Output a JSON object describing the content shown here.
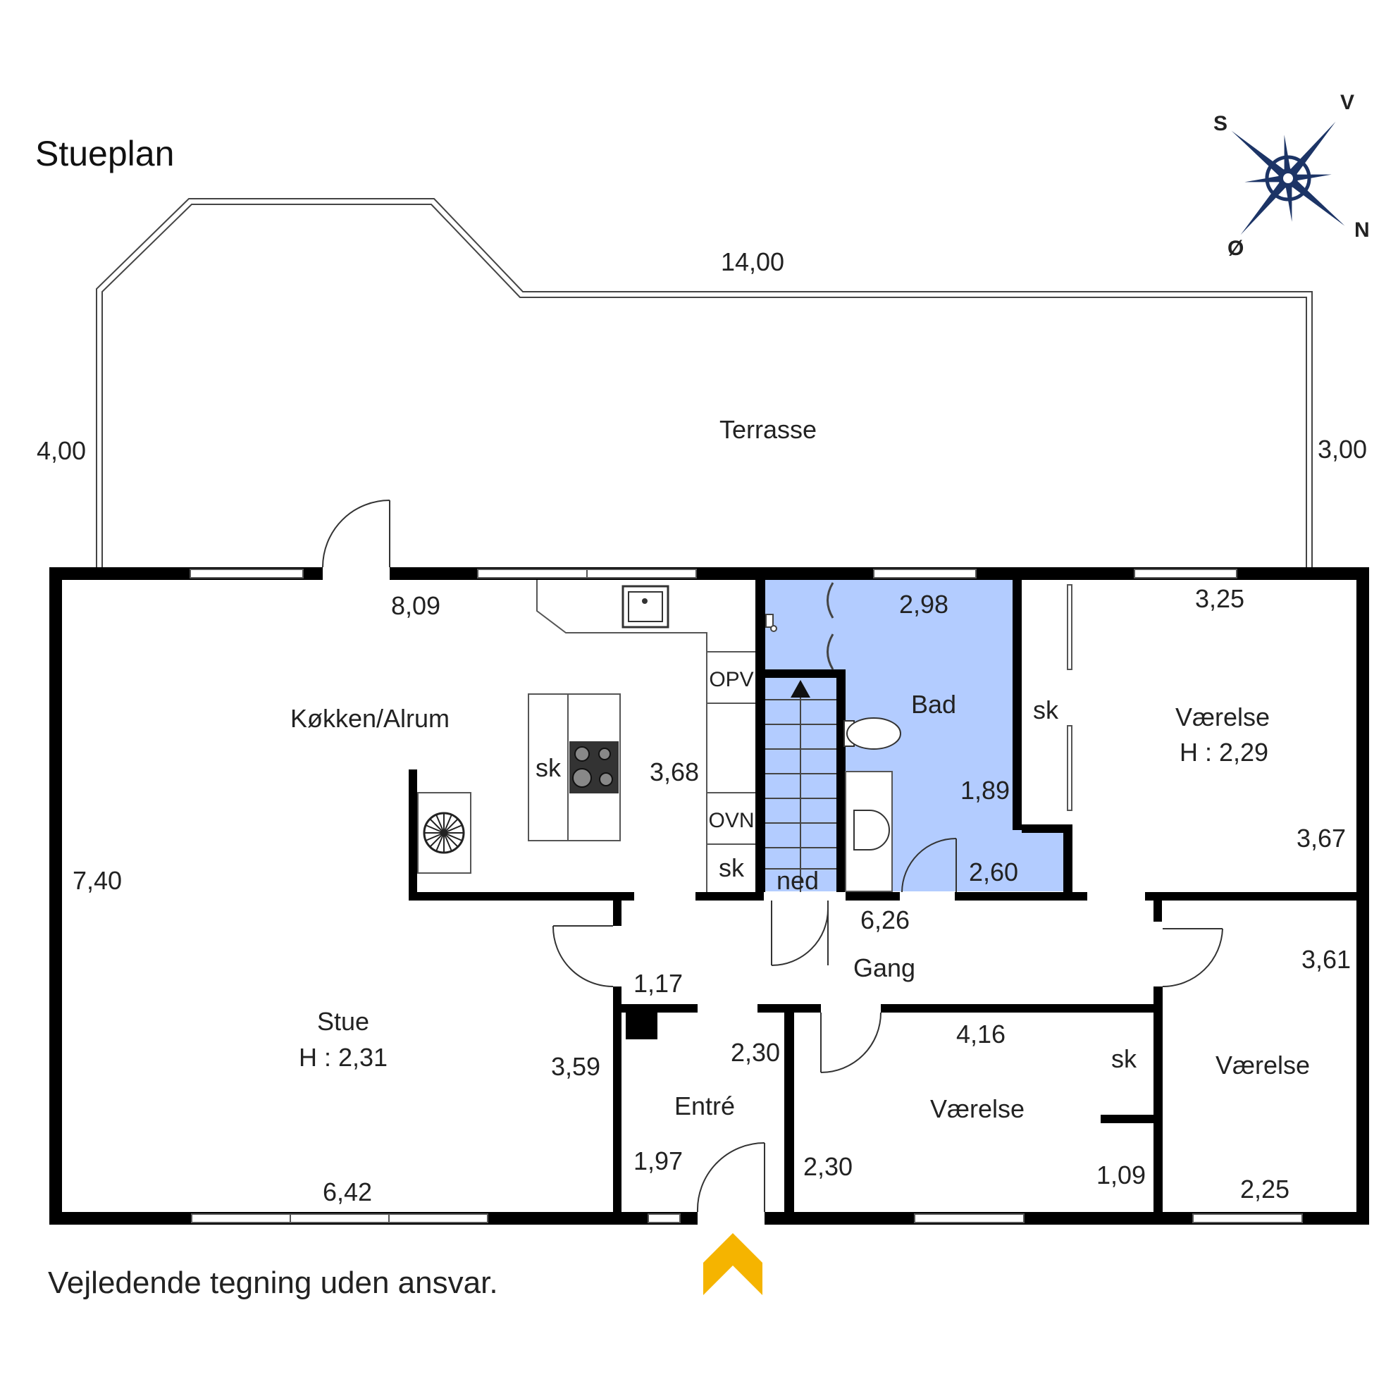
{
  "title": "Stueplan",
  "disclaimer": "Vejledende tegning uden ansvar.",
  "compass": {
    "n": "N",
    "s": "S",
    "o": "Ø",
    "v": "V"
  },
  "rooms": {
    "terrasse": "Terrasse",
    "kokken": "Køkken/Alrum",
    "bad": "Bad",
    "vaerelse_1_name": "Værelse",
    "vaerelse_1_height": "H : 2,29",
    "stue_name": "Stue",
    "stue_height": "H : 2,31",
    "gang": "Gang",
    "entre": "Entré",
    "vaerelse_2": "Værelse",
    "vaerelse_3": "Værelse"
  },
  "fixtures": {
    "opv": "OPV",
    "ovn": "OVN",
    "sk_kitchen_island": "sk",
    "sk_kitchen": "sk",
    "sk_bad_closet": "sk",
    "sk_vaerelse": "sk",
    "ned": "ned"
  },
  "dimensions": {
    "terrace_width": "14,00",
    "terrace_left": "4,00",
    "terrace_right": "3,00",
    "kitchen_top": "8,09",
    "kitchen_depth": "3,68",
    "living_left": "7,40",
    "living_bottom": "6,42",
    "living_right": "3,59",
    "bad_top": "2,98",
    "bad_right": "1,89",
    "bad_bottom": "2,60",
    "room1_top": "3,25",
    "room1_right": "3,67",
    "hall_length": "6,26",
    "hall_width": "1,17",
    "entre_right": "2,30",
    "entre_bottom": "1,97",
    "room2_top": "4,16",
    "room2_left": "2,30",
    "room2_closet": "1,09",
    "room3_right": "3,61",
    "room3_bottom": "2,25"
  },
  "colors": {
    "bath_fill": "#b3ccff",
    "entrance_arrow": "#f5b400",
    "compass": "#1c3466"
  }
}
